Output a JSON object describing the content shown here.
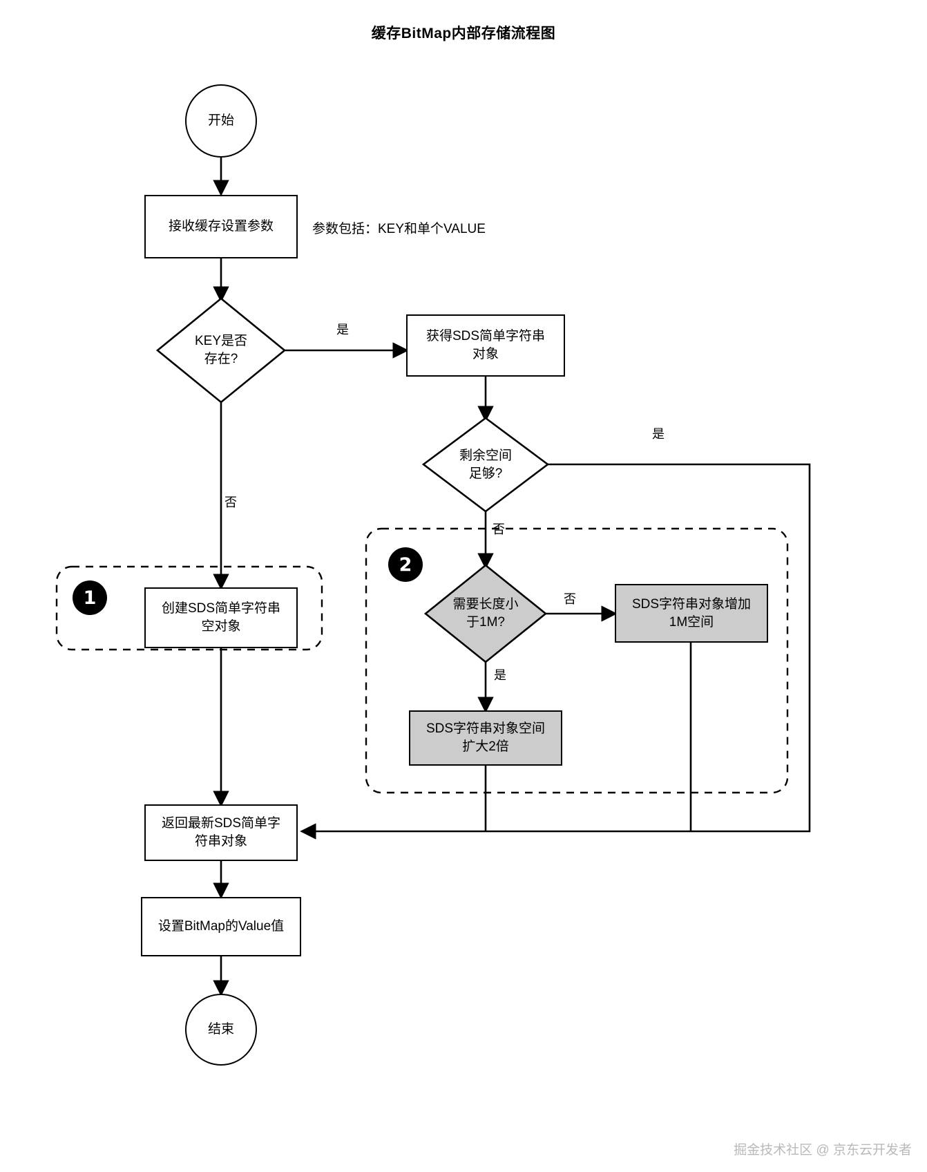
{
  "title": "缓存BitMap内部存储流程图",
  "watermark": "掘金技术社区 @ 京东云开发者",
  "note": {
    "params": "参数包括：KEY和单个VALUE"
  },
  "badges": {
    "one": "1",
    "two": "2"
  },
  "nodes": {
    "start": "开始",
    "receive_params": "接收缓存设置参数",
    "key_exists": "KEY是否\n存在?",
    "key_exists_line1": "KEY是否",
    "key_exists_line2": "存在?",
    "get_sds": "获得SDS简单字符串\n对象",
    "get_sds_line1": "获得SDS简单字符串",
    "get_sds_line2": "对象",
    "space_enough_line1": "剩余空间",
    "space_enough_line2": "足够?",
    "need_len_line1": "需要长度小",
    "need_len_line2": "于1M?",
    "add_1m_line1": "SDS字符串对象增加",
    "add_1m_line2": "1M空间",
    "double_line1": "SDS字符串对象空间",
    "double_line2": "扩大2倍",
    "create_sds_line1": "创建SDS简单字符串",
    "create_sds_line2": "空对象",
    "return_sds_line1": "返回最新SDS简单字",
    "return_sds_line2": "符串对象",
    "set_value": "设置BitMap的Value值",
    "end": "结束"
  },
  "edge_labels": {
    "key_yes": "是",
    "key_no": "否",
    "space_yes": "是",
    "space_no": "否",
    "len_no": "否",
    "len_yes": "是"
  },
  "colors": {
    "stroke": "#000000",
    "fill": "#ffffff",
    "gray_fill": "#cccccc",
    "watermark": "#b9b9b9"
  }
}
